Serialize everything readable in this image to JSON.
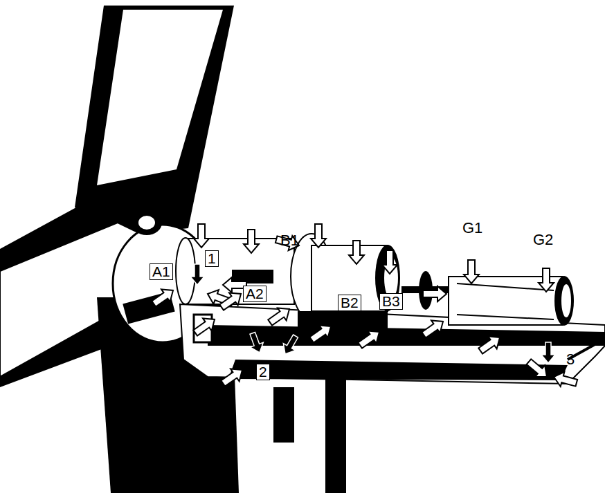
{
  "diagram": {
    "nodes": [
      {
        "text": [
          "A1"
        ]
      },
      {
        "text": [
          "1"
        ]
      },
      {
        "text": [
          "A2"
        ]
      },
      {
        "text": [
          "B2"
        ]
      },
      {
        "text": [
          "B3"
        ]
      },
      {
        "text": [
          "2"
        ]
      }
    ],
    "labels": [
      "B1",
      "G1",
      "G2",
      "3"
    ]
  }
}
